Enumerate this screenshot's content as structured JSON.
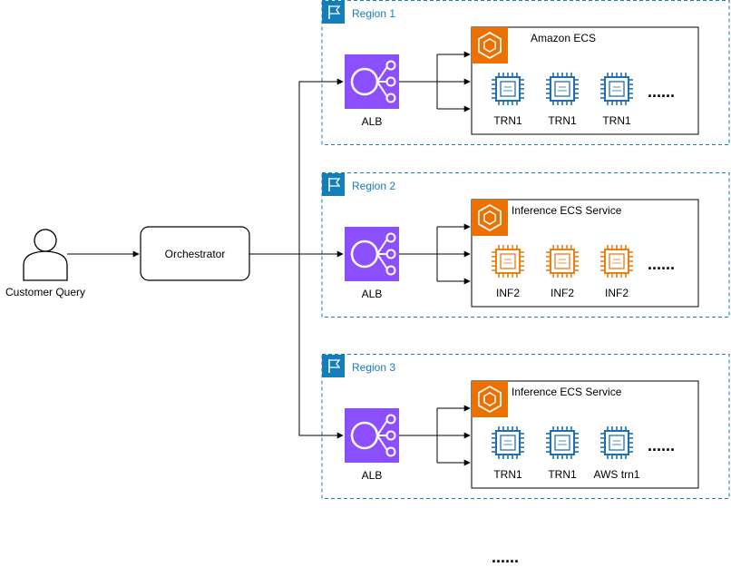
{
  "customer": {
    "label": "Customer Query",
    "icon": "user-icon"
  },
  "orchestrator": {
    "label": "Orchestrator"
  },
  "regions": [
    {
      "label": "Region 1",
      "alb_label": "ALB",
      "service_label": "Amazon ECS",
      "chip_color": "#1f6fb2",
      "chips": [
        "TRN1",
        "TRN1",
        "TRN1"
      ],
      "ellipsis": "......"
    },
    {
      "label": "Region 2",
      "alb_label": "ALB",
      "service_label": "Inference ECS Service",
      "chip_color": "#ed7d15",
      "chips": [
        "INF2",
        "INF2",
        "INF2"
      ],
      "ellipsis": "......"
    },
    {
      "label": "Region 3",
      "alb_label": "ALB",
      "service_label": "Inference ECS Service",
      "chip_color": "#1f6fb2",
      "chips": [
        "TRN1",
        "TRN1",
        "AWS trn1"
      ],
      "ellipsis": "......"
    }
  ],
  "more_regions": "......",
  "colors": {
    "alb_purple": "#8c4fff",
    "ecs_orange": "#ed7100",
    "region_border": "#147eba",
    "region_flag": "#147eba"
  },
  "icons": {
    "alb": "alb-icon",
    "ecs": "ecs-icon",
    "chip": "chip-icon",
    "region": "region-flag-icon"
  }
}
